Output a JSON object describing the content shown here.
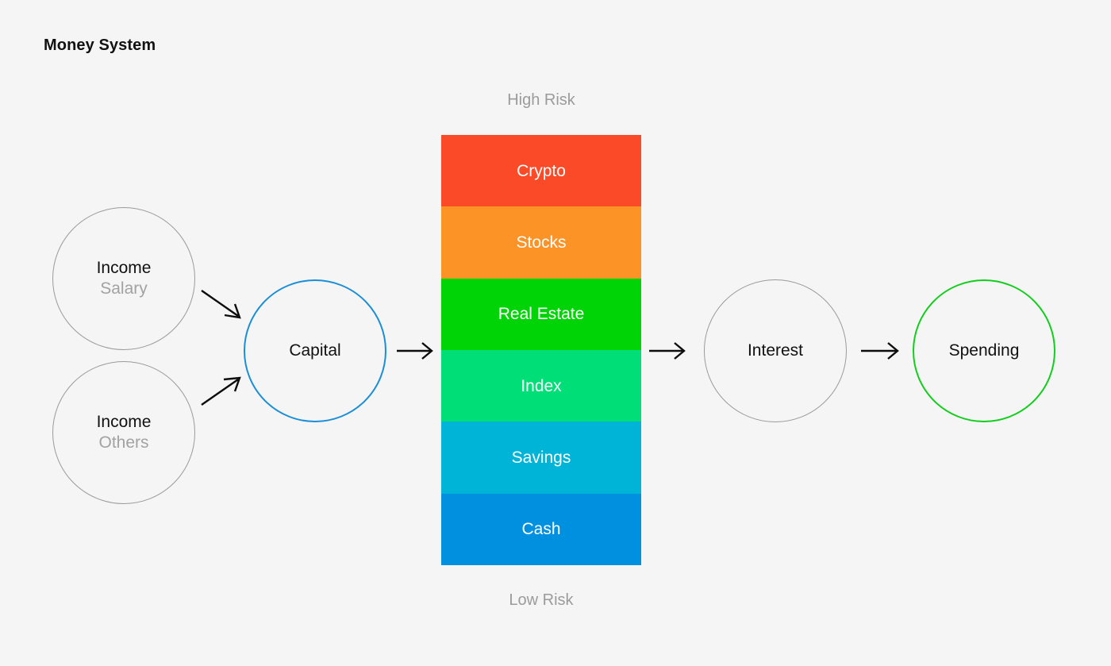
{
  "page": {
    "title": "Money System",
    "background_color": "#f5f5f5"
  },
  "nodes": {
    "income_salary": {
      "title": "Income",
      "subtitle": "Salary",
      "border_color": "#9a9a9a"
    },
    "income_others": {
      "title": "Income",
      "subtitle": "Others",
      "border_color": "#9a9a9a"
    },
    "capital": {
      "title": "Capital",
      "border_color": "#1b8ed6"
    },
    "interest": {
      "title": "Interest",
      "border_color": "#9a9a9a"
    },
    "spending": {
      "title": "Spending",
      "border_color": "#12ce1c"
    }
  },
  "risk_stack": {
    "top_label": "High Risk",
    "bottom_label": "Low Risk",
    "label_color": "#9b9b9b",
    "bands": [
      {
        "label": "Crypto",
        "color": "#fb4a28",
        "risk_rank": 1
      },
      {
        "label": "Stocks",
        "color": "#fc9327",
        "risk_rank": 2
      },
      {
        "label": "Real Estate",
        "color": "#00d407",
        "risk_rank": 3
      },
      {
        "label": "Index",
        "color": "#00de77",
        "risk_rank": 4
      },
      {
        "label": "Savings",
        "color": "#00b4d8",
        "risk_rank": 5
      },
      {
        "label": "Cash",
        "color": "#0090e0",
        "risk_rank": 6
      }
    ]
  },
  "arrows": [
    {
      "name": "salary-to-capital",
      "from": "income_salary",
      "to": "capital",
      "direction": "down-right"
    },
    {
      "name": "others-to-capital",
      "from": "income_others",
      "to": "capital",
      "direction": "up-right"
    },
    {
      "name": "capital-to-stack",
      "from": "capital",
      "to": "risk_stack",
      "direction": "right"
    },
    {
      "name": "stack-to-interest",
      "from": "risk_stack",
      "to": "interest",
      "direction": "right"
    },
    {
      "name": "interest-to-spending",
      "from": "interest",
      "to": "spending",
      "direction": "right"
    }
  ]
}
